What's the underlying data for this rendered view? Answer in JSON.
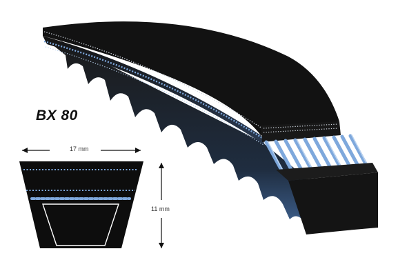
{
  "product": {
    "title": "BX 80"
  },
  "cross_section": {
    "top_width_label": "17 mm",
    "height_label": "11 mm"
  },
  "colors": {
    "belt_body": "#111111",
    "cord_blue": "#7ea8dc",
    "cord_highlight": "#b9d2f0",
    "cog_shade": "#3d5f8c",
    "background": "#ffffff"
  },
  "icons": {
    "belt": "cogged-v-belt-illustration",
    "section": "v-belt-cross-section-icon"
  }
}
